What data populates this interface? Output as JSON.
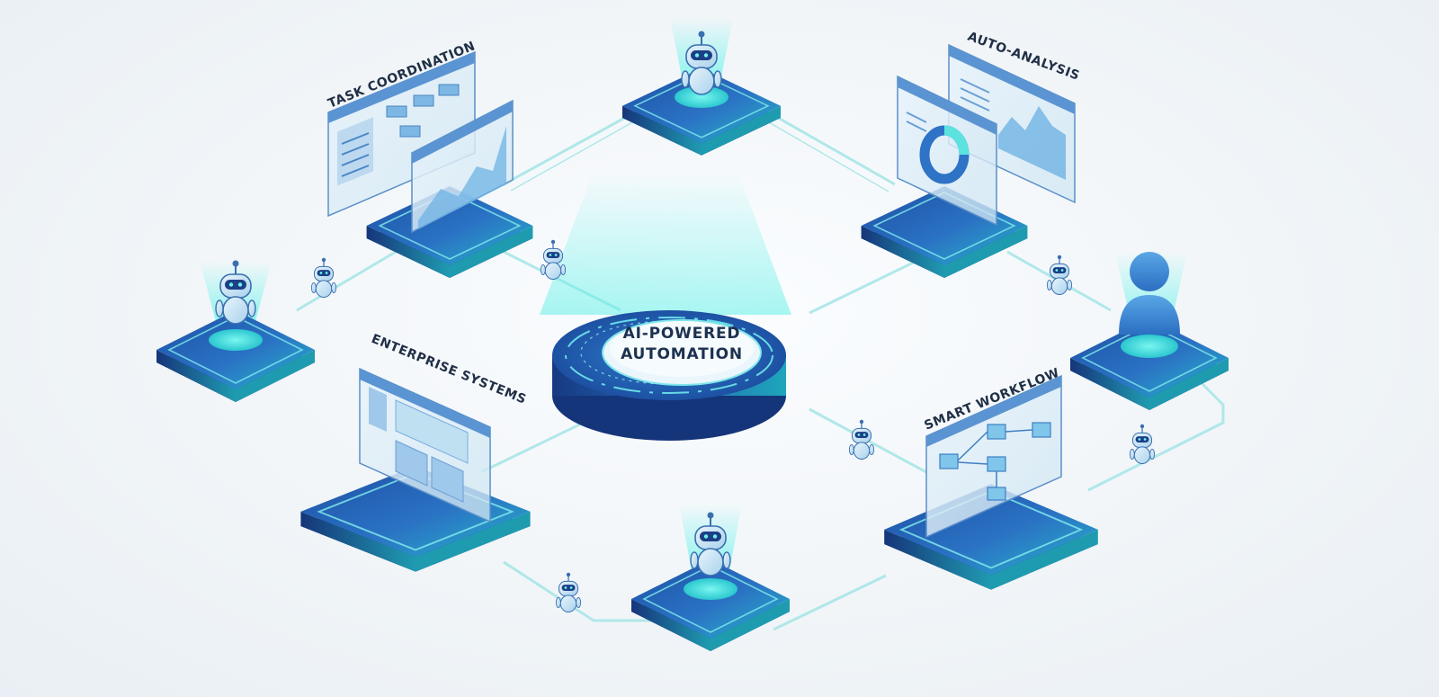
{
  "hub": {
    "line1": "AI-POWERED",
    "line2": "AUTOMATION"
  },
  "labels": {
    "task_coordination": "TASK COORDINATION",
    "auto_analysis": "AUTO-ANALYSIS",
    "enterprise_systems": "ENTERPRISE SYSTEMS",
    "smart_workflow": "SMART WORKFLOW"
  },
  "icons": {
    "robot": "robot-icon",
    "user": "user-icon",
    "dashboard": "dashboard-panel-icon",
    "flowchart": "flowchart-icon",
    "donut_chart": "donut-chart-icon",
    "area_chart": "area-chart-icon"
  },
  "colors": {
    "navy": "#1b3f8f",
    "blue": "#2563b8",
    "teal": "#22c3c9",
    "cyan_glow": "#5ff2ea",
    "line": "#9fe3e3",
    "text": "#1f2f45"
  }
}
